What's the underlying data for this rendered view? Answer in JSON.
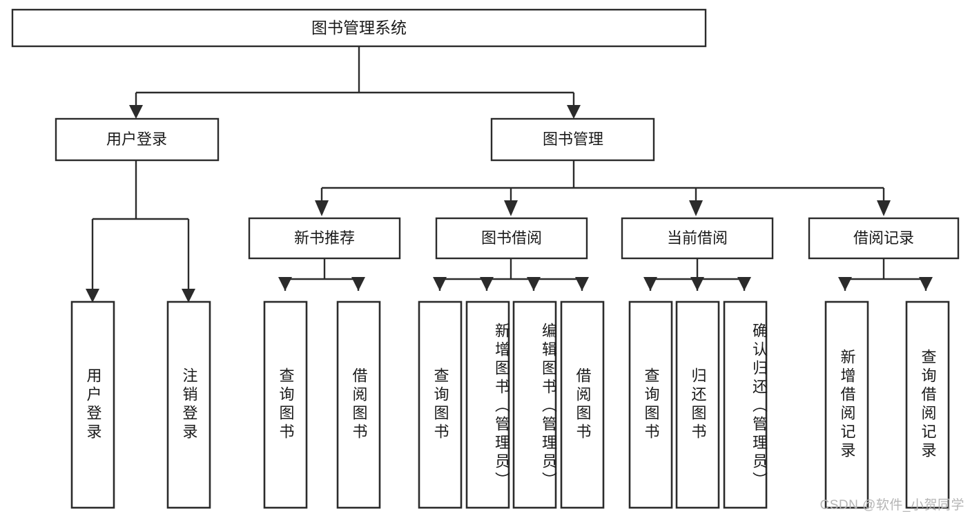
{
  "diagram": {
    "title": "图书管理系统",
    "type": "tree",
    "watermark": "CSDN @软件_小贺同学",
    "colors": {
      "background": "#ffffff",
      "stroke": "#2b2b2b",
      "text": "#1a1a1a",
      "watermark": "#b5b5b5"
    },
    "root": {
      "id": "root",
      "label": "图书管理系统"
    },
    "level2": [
      {
        "id": "user-login",
        "label": "用户登录"
      },
      {
        "id": "book-manage",
        "label": "图书管理"
      }
    ],
    "level3": [
      {
        "id": "new-book-recommend",
        "label": "新书推荐",
        "parent": "book-manage"
      },
      {
        "id": "book-borrow",
        "label": "图书借阅",
        "parent": "book-manage"
      },
      {
        "id": "current-borrow",
        "label": "当前借阅",
        "parent": "book-manage"
      },
      {
        "id": "borrow-record",
        "label": "借阅记录",
        "parent": "book-manage"
      }
    ],
    "leaves": [
      {
        "id": "leaf-user-login",
        "label": "用户登录",
        "parent": "user-login"
      },
      {
        "id": "leaf-user-logout",
        "label": "注销登录",
        "parent": "user-login"
      },
      {
        "id": "leaf-query-book-1",
        "label": "查询图书",
        "parent": "new-book-recommend"
      },
      {
        "id": "leaf-borrow-book-1",
        "label": "借阅图书",
        "parent": "new-book-recommend"
      },
      {
        "id": "leaf-query-book-2",
        "label": "查询图书",
        "parent": "book-borrow"
      },
      {
        "id": "leaf-add-book",
        "label": "新增图书（管理员）",
        "parent": "book-borrow"
      },
      {
        "id": "leaf-edit-book",
        "label": "编辑图书（管理员）",
        "parent": "book-borrow"
      },
      {
        "id": "leaf-borrow-book-2",
        "label": "借阅图书",
        "parent": "book-borrow"
      },
      {
        "id": "leaf-query-book-3",
        "label": "查询图书",
        "parent": "current-borrow"
      },
      {
        "id": "leaf-return-book",
        "label": "归还图书",
        "parent": "current-borrow"
      },
      {
        "id": "leaf-confirm-return",
        "label": "确认归还（管理员）",
        "parent": "current-borrow"
      },
      {
        "id": "leaf-add-record",
        "label": "新增借阅记录",
        "parent": "borrow-record"
      },
      {
        "id": "leaf-query-record",
        "label": "查询借阅记录",
        "parent": "borrow-record"
      }
    ]
  }
}
